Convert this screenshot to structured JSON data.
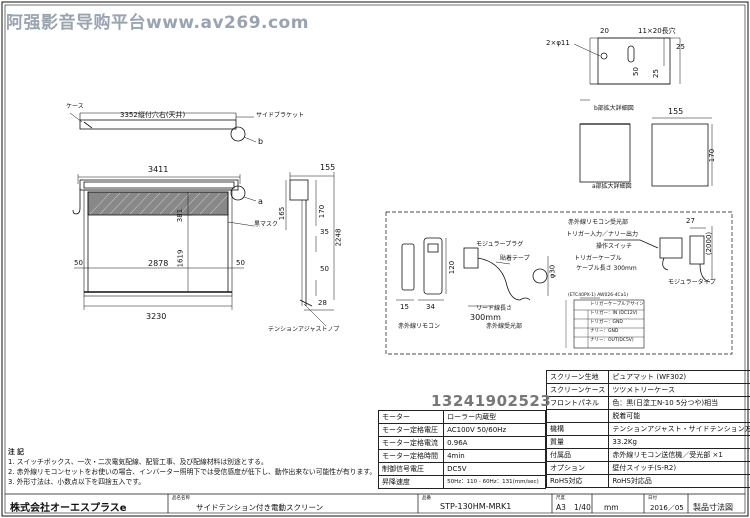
{
  "watermark": "阿强影音导购平台www.av269.com",
  "phone_watermark": "13241902523",
  "front_view": {
    "case_label": "ケース",
    "case_width_label": "3352縦付穴右(天井)",
    "side_bracket_label": "サイドブラケット",
    "marker_b": "b",
    "marker_a": "a",
    "overall_width": "3411",
    "black_mask_label": "黒マスク",
    "dim_381": "381",
    "dim_1619": "1619",
    "dim_2878": "2878",
    "dim_50_left": "50",
    "dim_50_right": "50",
    "dim_3230": "3230"
  },
  "side_view": {
    "dim_155": "155",
    "dim_165": "165",
    "dim_170": "170",
    "dim_35": "35",
    "dim_2248": "2248",
    "dim_50": "50",
    "dim_28": "28",
    "tension_knob_label": "テンションアジャストノブ"
  },
  "detail_b": {
    "dim_20": "20",
    "holes_label": "11×20長穴",
    "hole_dia_label": "2×φ11",
    "dim_25": "25",
    "dim_50": "50",
    "dim_25b": "25",
    "caption": "b部拡大詳細図"
  },
  "detail_a": {
    "dim_155": "155",
    "dim_170": "170",
    "caption": "a部拡大詳細図"
  },
  "accessories": {
    "remote_label": "赤外線リモコン",
    "dim_120": "120",
    "dim_15": "15",
    "dim_34": "34",
    "modular_plug_label": "モジュラープラグ",
    "tape_label": "貼着テープ",
    "dia_30": "φ30",
    "lead_label": "リード線長さ",
    "lead_len": "300mm",
    "receiver_label": "赤外線受光部",
    "ir_receiver_label": "赤外線リモコン受光部",
    "trigger_label": "トリガー入力／ナリー出力",
    "switch_label": "操作スイッチ",
    "trigger_cable_label": "トリガーケーブル",
    "cable_len_label": "ケーブル長さ 300mm",
    "dim_27": "27",
    "dim_2000": "(2000)",
    "modular_type_label": "モジュラータイプ",
    "chart_title": "(ETC40PX-1) AW026-4Ca1)",
    "chart_rows": [
      "トリガーケーブルアサイン",
      "トリガー：IN (DC12V)",
      "トリガー：GND",
      "ナリー：GND",
      "ナリー：OUT(DC5V)"
    ]
  },
  "spec_right": [
    {
      "k": "スクリーン生地",
      "v": "ピュアマット (WF302)"
    },
    {
      "k": "スクリーンケース",
      "v": "ツツメトリーケース"
    },
    {
      "k": "フロントパネル",
      "v": "色：黒(日塗工N-10 5分つや)相当"
    },
    {
      "k": "",
      "v": "脱着可能"
    },
    {
      "k": "機構",
      "v": "テンションアジャスト・サイドテンション方式"
    },
    {
      "k": "質量",
      "v": "33.2Kg"
    },
    {
      "k": "付属品",
      "v": "赤外線リモコン送信機／受光部 ×1"
    },
    {
      "k": "オプション",
      "v": "壁付スイッチ(S-R2)"
    },
    {
      "k": "RoHS対応",
      "v": "RoHS対応品"
    }
  ],
  "spec_motor": [
    {
      "k": "モーター",
      "v": "ローラー内蔵型"
    },
    {
      "k": "モーター定格電圧",
      "v": "AC100V 50/60Hz"
    },
    {
      "k": "モーター定格電流",
      "v": "0.96A"
    },
    {
      "k": "モーター定格時間",
      "v": "4min"
    },
    {
      "k": "制御信号電圧",
      "v": "DC5V"
    },
    {
      "k": "昇降速度",
      "v": "50Hz：110 - 60Hz：131(mm/sec)"
    }
  ],
  "notes": {
    "title": "注 記",
    "lines": [
      "1. スイッチボックス、一次・二次電気配線、配管工事、及び配線材料は別途とする。",
      "2. 赤外線リモコンセットをお使いの場合、インバーター照明下では受信感度が低下し、動作出来ない可能性が有ります。",
      "3. 外形寸法は、小数点以下を四捨五入です。"
    ]
  },
  "title_block": {
    "company": "株式会社オーエスプラスe",
    "name_label": "品名名称",
    "product_name": "サイドテンション付き電動スクリーン",
    "model_label": "品番",
    "model": "STP-130HM-MRK1",
    "size_label": "尺度",
    "paper_size": "A3",
    "scale": "1/40",
    "unit": "mm",
    "date_label": "日付",
    "date": "2016／05",
    "drawing_type": "製品寸法図"
  }
}
